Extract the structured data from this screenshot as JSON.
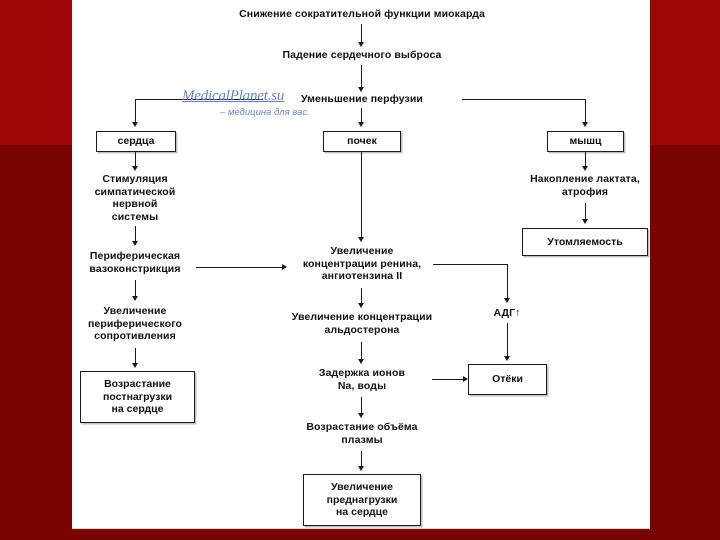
{
  "slide": {
    "background_top_color": "#9d0606",
    "background_bottom_color": "#7a0303",
    "canvas_color": "#ffffff",
    "line_color": "#1a1a1a"
  },
  "watermark": {
    "line1": "MedicalPlanet.su",
    "line2": "– медицина для вас.",
    "color": "#5b76b5"
  },
  "diagram": {
    "title": "Снижение сократительной функции миокарда",
    "nodes": {
      "n1": "Снижение сократительной функции миокарда",
      "n2": "Падение сердечного выброса",
      "n3": "Уменьшение  перфузии",
      "b_heart": "сердца",
      "b_kidney": "почек",
      "b_muscle": "мышц",
      "n_sympathetic": "Стимуляция\nсимпатической\nнервной\nсистемы",
      "n_vasoconstriction": "Периферическая\nвазоконстрикция",
      "n_resistance": "Увеличение\nпериферического\nсопротивления",
      "b_afterload": "Возрастание\nпостнагрузки\nна сердце",
      "n_renin": "Увеличение\nконцентрации ренина,\nангиотензина II",
      "n_aldosterone": "Увеличение концентрации\nальдостерона",
      "n_sodium": "Задержка ионов\nNa, воды",
      "n_plasma": "Возрастание объёма\nплазмы",
      "b_preload": "Увеличение\nпреднагрузки\nна сердце",
      "n_adh": "АДГ↑",
      "b_edema": "Отёки",
      "n_lactate": "Накопление лактата,\nатрофия",
      "b_fatigue": "Утомляемость"
    }
  }
}
